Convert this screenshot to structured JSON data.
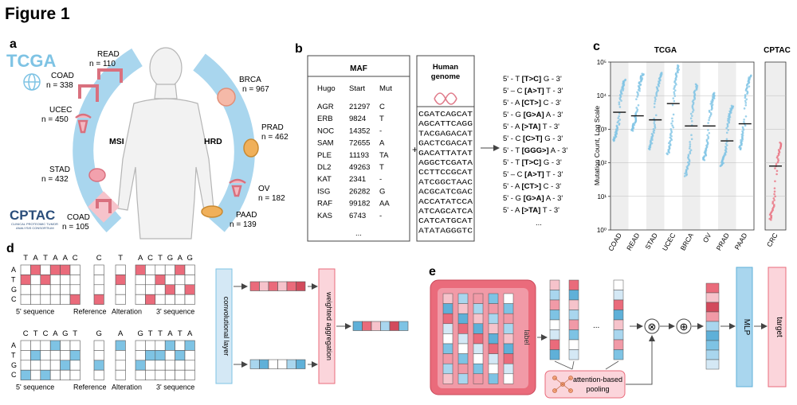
{
  "figure_title": "Figure 1",
  "panel_labels": {
    "a": "a",
    "b": "b",
    "c": "c",
    "d": "d",
    "e": "e"
  },
  "colors": {
    "blue": "#7ec3e4",
    "blue_dark": "#3fa0d0",
    "pink": "#ea6b7b",
    "pink_light": "#f6c3cb",
    "ring": "#a9d6ee"
  },
  "panel_a": {
    "logo_tcga": "TCGA",
    "logo_cptac": "CPTAC",
    "logo_cptac_sub1": "CLINICAL PROTEOMIC TUMOR",
    "logo_cptac_sub2": "ANALYSIS CONSORTIUM",
    "msi_label": "MSI",
    "hrd_label": "HRD",
    "cohorts": [
      {
        "name": "READ",
        "n": "n = 110"
      },
      {
        "name": "COAD",
        "n": "n = 338"
      },
      {
        "name": "UCEC",
        "n": "n = 450"
      },
      {
        "name": "STAD",
        "n": "n = 432"
      },
      {
        "name": "COAD",
        "n": "n = 105"
      },
      {
        "name": "BRCA",
        "n": "n = 967"
      },
      {
        "name": "PRAD",
        "n": "n = 462"
      },
      {
        "name": "OV",
        "n": "n = 182"
      },
      {
        "name": "PAAD",
        "n": "n = 139"
      }
    ]
  },
  "panel_b": {
    "maf_title": "MAF",
    "headers": [
      "Hugo",
      "Start",
      "Mut"
    ],
    "rows": [
      [
        "AGR",
        "21297",
        "C"
      ],
      [
        "ERB",
        "9824",
        "T"
      ],
      [
        "NOC",
        "14352",
        "-"
      ],
      [
        "SAM",
        "72655",
        "A"
      ],
      [
        "PLE",
        "11193",
        "TA"
      ],
      [
        "DL2",
        "49263",
        "T"
      ],
      [
        "KAT",
        "2341",
        "-"
      ],
      [
        "ISG",
        "26282",
        "G"
      ],
      [
        "RAF",
        "99182",
        "AA"
      ],
      [
        "KAS",
        "6743",
        "-"
      ]
    ],
    "ellipsis": "...",
    "genome_title_1": "Human",
    "genome_title_2": "genome",
    "plus": "+",
    "sequences": [
      "CGATCAGCAT",
      "AGCATTCAGG",
      "TACGAGACAT",
      "GACTCGACAT",
      "GACATTATAT",
      "AGGCTCGATA",
      "CCTTCCGCAT",
      "ATCGGCTAAC",
      "ACGCATCGAC",
      "ACCATATCCA",
      "ATCAGCATCA",
      "CATCATGCAT",
      "ATATAGGGTC"
    ],
    "contexts": [
      [
        "5' - T ",
        "[T>C]",
        " G - 3'"
      ],
      [
        "5' – C ",
        "[A>T]",
        " T - 3'"
      ],
      [
        "5' -  A ",
        "[CT>]",
        " C - 3'"
      ],
      [
        "5' - G ",
        "[G>A]",
        " A - 3'"
      ],
      [
        "5' - A ",
        "[>TA]",
        " T - 3'"
      ],
      [
        "5' - C ",
        "[C>T]",
        " G - 3'"
      ],
      [
        "5' - T ",
        "[GGG>]",
        " A - 3'"
      ],
      [
        "5' - T ",
        "[T>C]",
        " G - 3'"
      ],
      [
        "5' – C ",
        "[A>T]",
        " T - 3'"
      ],
      [
        "5' -  A ",
        "[CT>]",
        " C - 3'"
      ],
      [
        "5' - G ",
        "[G>A]",
        " A - 3'"
      ],
      [
        "5' - A ",
        "[>TA]",
        " T - 3'"
      ]
    ],
    "contexts_ellipsis": "..."
  },
  "chart_data": {
    "type": "scatter",
    "title": "TCGA",
    "secondary_title": "CPTAC",
    "ylabel": "Mutation Count, Log Scale",
    "yscale": "log",
    "ylim": [
      1,
      100000
    ],
    "yticks": [
      "10⁰",
      "10¹",
      "10²",
      "10³",
      "10⁴",
      "10⁵"
    ],
    "categories": [
      "COAD",
      "READ",
      "STAD",
      "UCEC",
      "BRCA",
      "OV",
      "PRAD",
      "PAAD"
    ],
    "medians": [
      3200,
      2500,
      1900,
      5800,
      1250,
      1250,
      450,
      1450
    ],
    "ranges": [
      [
        450,
        30000
      ],
      [
        900,
        45000
      ],
      [
        250,
        48000
      ],
      [
        180,
        80000
      ],
      [
        40,
        22000
      ],
      [
        120,
        12000
      ],
      [
        80,
        5000
      ],
      [
        250,
        40000
      ]
    ],
    "cptac_categories": [
      "CRC"
    ],
    "cptac_median": 80,
    "cptac_range": [
      2,
      400
    ]
  },
  "panel_d": {
    "seq1_top": [
      "T",
      "A",
      "T",
      "A",
      "A",
      "C"
    ],
    "ref1": "C",
    "alt1": "T",
    "seq1_bottom": [
      "A",
      "C",
      "T",
      "G",
      "A",
      "G"
    ],
    "seq2_top": [
      "C",
      "T",
      "C",
      "A",
      "G",
      "T"
    ],
    "ref2": "G",
    "alt2": "A",
    "seq2_bottom": [
      "G",
      "T",
      "T",
      "A",
      "T",
      "A"
    ],
    "row_labels": [
      "A",
      "T",
      "G",
      "C"
    ],
    "labels_1": [
      "5' sequence",
      "Reference",
      "Alteration",
      "3' sequence"
    ],
    "labels_2": [
      "5' sequence",
      "Reference",
      "Alteration",
      "3' sequence"
    ],
    "conv_label": "convolutional layer",
    "agg_label": "weighted aggregation"
  },
  "panel_e": {
    "label_text": "label",
    "ellipsis": "...",
    "pooling_1": "attention-based",
    "pooling_2": "pooling",
    "mult": "⊗",
    "add": "⊕",
    "mlp": "MLP",
    "target": "target"
  }
}
